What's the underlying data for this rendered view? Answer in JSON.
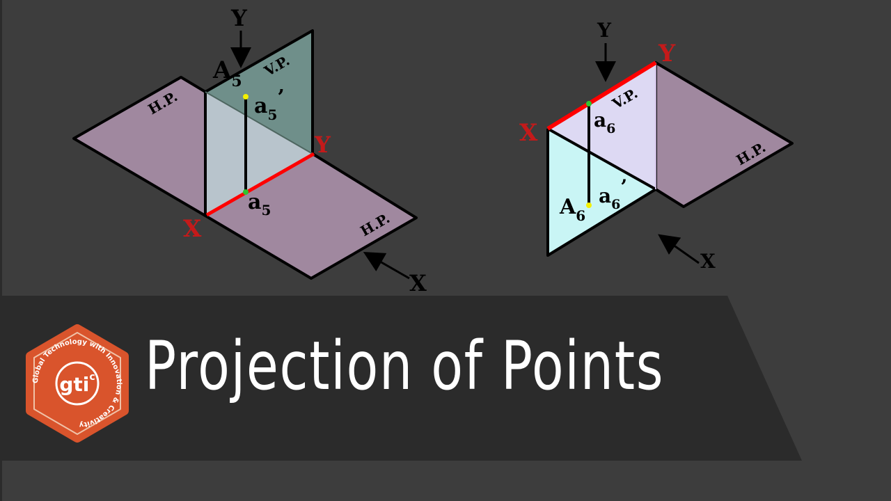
{
  "title": "Projection of Points",
  "logo": {
    "text": "gti",
    "superscript": "c",
    "ring_text": "Global Technology with Innovation & Creativity",
    "color": "#d9542c"
  },
  "colors": {
    "background": "#3d3d3d",
    "banner": "#2b2b2b",
    "hp_plane": "#a0889f",
    "vp_plane_left": "#b8c4cc",
    "vp_plane_left_top": "#6f8f8a",
    "vp_plane_right": "#ddd9f3",
    "lower_plane_right": "#c9f5f5",
    "xy_line": "#ff0000",
    "axis_label_red": "#c41a1a",
    "point_yellow": "#f4f000",
    "point_green": "#2fc52f"
  },
  "left_figure": {
    "hp_upper": "H.P.",
    "hp_lower": "H.P.",
    "vp": "V.P.",
    "y_arrow": "Y",
    "y_red": "Y",
    "x_red": "X",
    "x_arrow": "X",
    "point_main": "A",
    "point_main_sub": "5",
    "front_view": "a",
    "front_view_sub": "5",
    "front_view_prime": "’",
    "top_view": "a",
    "top_view_sub": "5"
  },
  "right_figure": {
    "hp": "H.P.",
    "vp": "V.P.",
    "y_arrow": "Y",
    "y_red": "Y",
    "x_red": "X",
    "x_arrow": "X",
    "point_main": "A",
    "point_main_sub": "6",
    "front_view": "a",
    "front_view_sub": "6",
    "front_view_prime": "’",
    "top_view": "a",
    "top_view_sub": "6"
  }
}
